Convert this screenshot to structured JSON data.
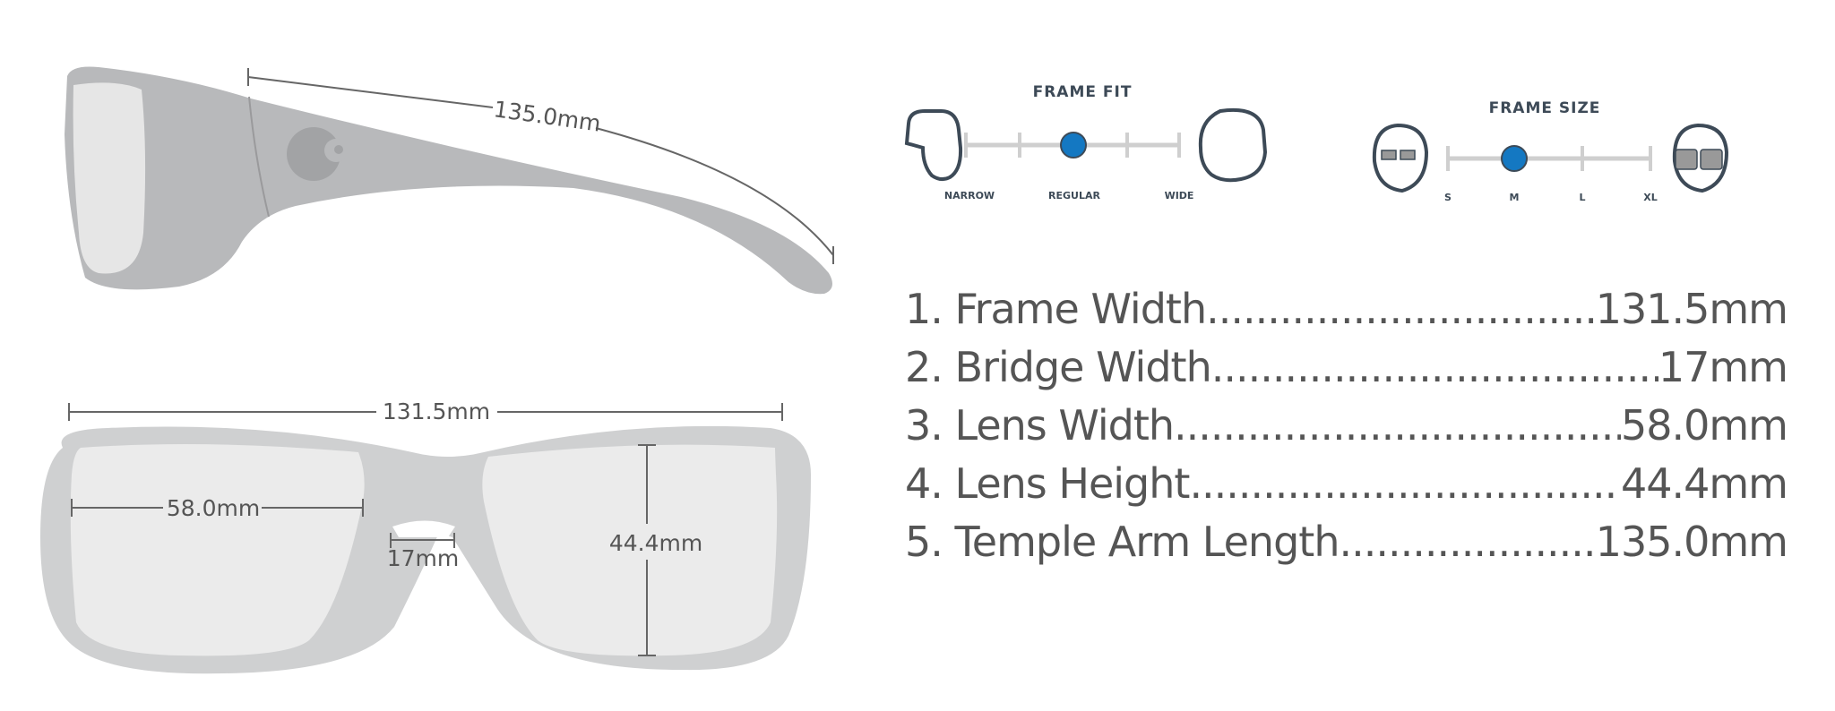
{
  "side_view": {
    "temple_length_label": "135.0mm"
  },
  "front_view": {
    "frame_width_label": "131.5mm",
    "lens_width_label": "58.0mm",
    "bridge_width_label": "17mm",
    "lens_height_label": "44.4mm"
  },
  "frame_fit": {
    "title": "FRAME FIT",
    "options": [
      "NARROW",
      "REGULAR",
      "WIDE"
    ],
    "selected": "REGULAR"
  },
  "frame_size": {
    "title": "FRAME SIZE",
    "options": [
      "S",
      "M",
      "L",
      "XL"
    ],
    "selected": "M"
  },
  "specs": [
    {
      "label": "1. Frame Width",
      "value": "131.5mm"
    },
    {
      "label": "2. Bridge Width",
      "value": "17mm"
    },
    {
      "label": "3. Lens Width",
      "value": "58.0mm"
    },
    {
      "label": "4. Lens Height",
      "value": "44.4mm"
    },
    {
      "label": "5. Temple Arm Length",
      "value": "135.0mm"
    }
  ],
  "colors": {
    "accent": "#1478c2",
    "dark": "#3d4a57",
    "frame": "#b8b9bb"
  }
}
